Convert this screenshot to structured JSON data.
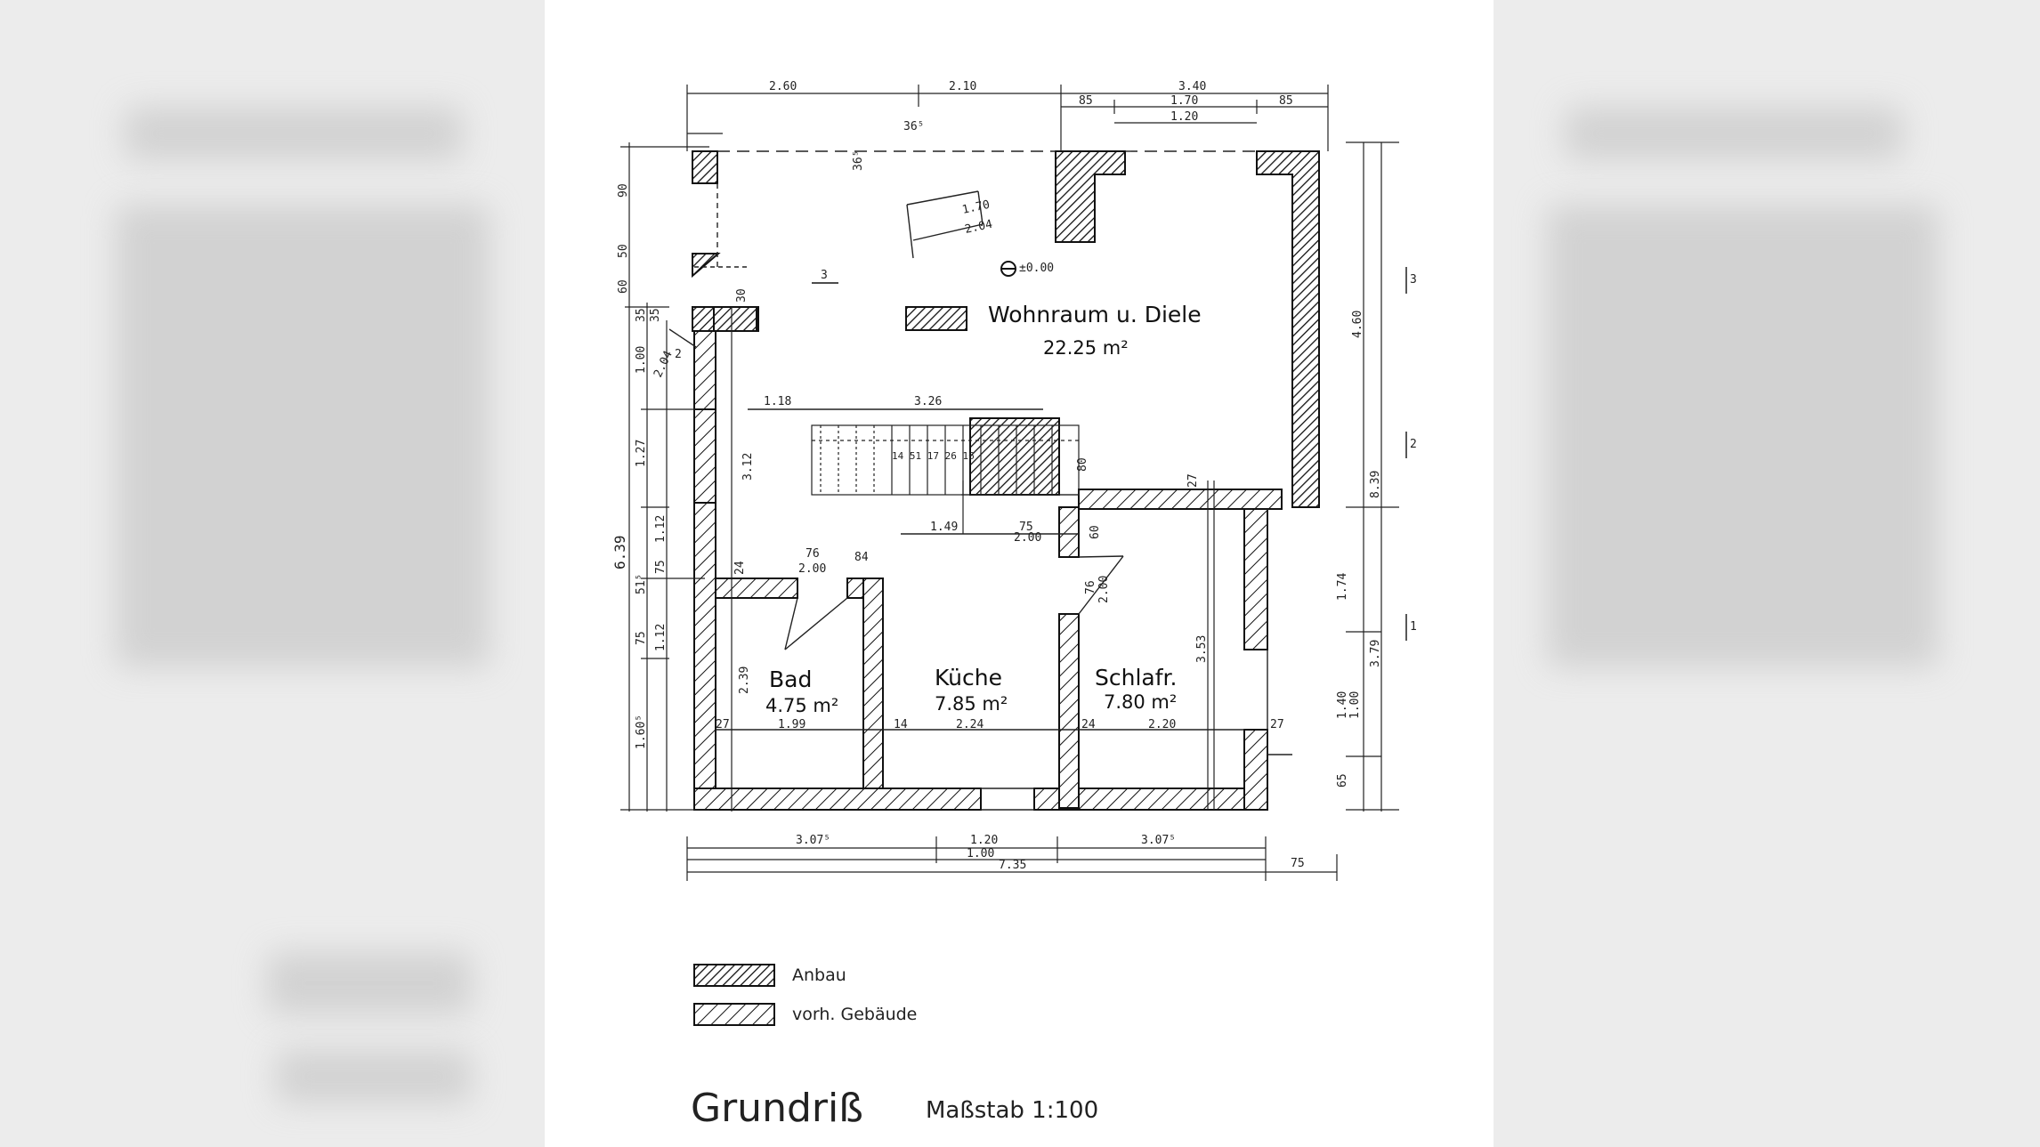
{
  "rooms": {
    "wohnraum": {
      "name": "Wohnraum u. Diele",
      "area": "22.25 m²"
    },
    "bad": {
      "name": "Bad",
      "area": "4.75 m²"
    },
    "kueche": {
      "name": "Küche",
      "area": "7.85 m²"
    },
    "schlafr": {
      "name": "Schlafr.",
      "area": "7.80 m²"
    }
  },
  "level_mark": "±0.00",
  "dimensions": {
    "top": [
      "2.60",
      "2.10",
      "3.40",
      "85",
      "1.70",
      "85",
      "1.20",
      "36⁵",
      "36⁵"
    ],
    "inner": [
      "1.70",
      "2.04",
      "3.26",
      "1.18",
      "1.49",
      "75",
      "2.00",
      "76",
      "2.00",
      "84",
      "60",
      "76",
      "2.00",
      "27",
      "27",
      "24",
      "24",
      "14",
      "30",
      "35"
    ],
    "stair_steps": "14 51 17 26 16",
    "stair_80": "80",
    "bottom_inner": [
      "1.99",
      "2.24",
      "2.20"
    ],
    "bottom": [
      "3.07⁵",
      "1.20",
      "3.07⁵",
      "1.00",
      "7.35",
      "75"
    ],
    "left": [
      "90",
      "50",
      "60",
      "35",
      "1.00",
      "2.04",
      "1.27",
      "6.39",
      "1.12",
      "75",
      "51⁵",
      "75",
      "1.12",
      "1.60⁵",
      "3.12",
      "2.39",
      "2"
    ],
    "right": [
      "4.60",
      "8.39",
      "1.74",
      "3.79",
      "1.40",
      "1.00",
      "65",
      "3.53",
      "27"
    ]
  },
  "section_marks": [
    "3",
    "3",
    "2",
    "1"
  ],
  "legend": [
    {
      "label": "Anbau"
    },
    {
      "label": "vorh. Gebäude"
    }
  ],
  "title": "Grundriß",
  "scale": "Maßstab 1:100"
}
